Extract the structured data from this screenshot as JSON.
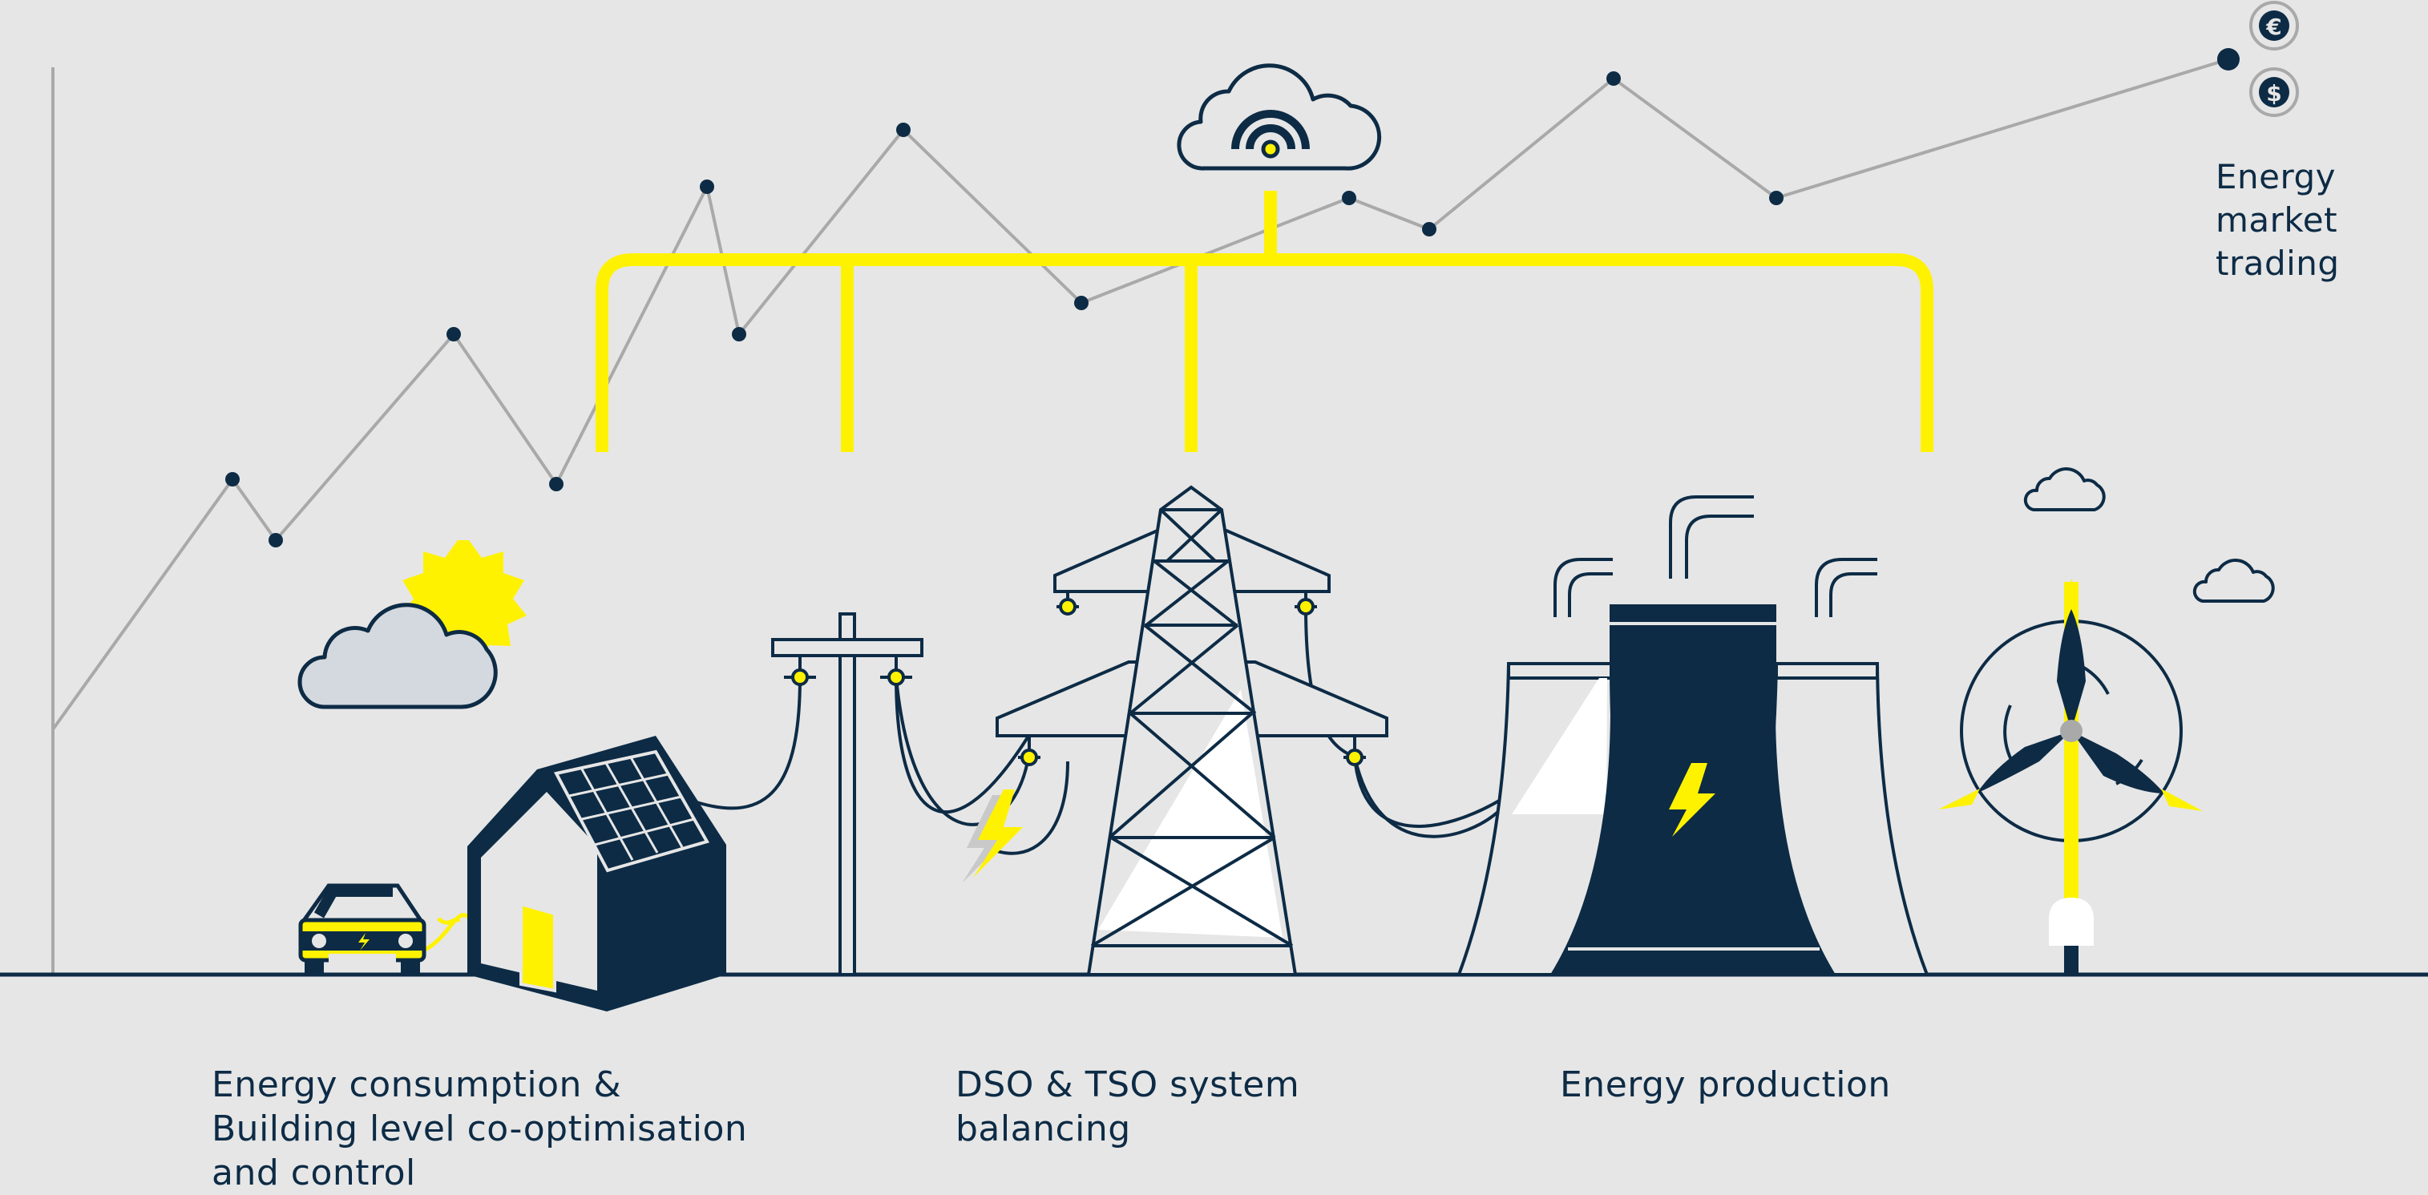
{
  "labels": {
    "consumption": "Energy consumption &\nBuilding level co-optimisation\nand control",
    "balancing": "DSO & TSO system\nbalancing",
    "production": "Energy production",
    "trading": "Energy\nmarket\ntrading"
  },
  "currency_symbols": {
    "euro": "€",
    "dollar": "$"
  },
  "colors": {
    "background": "#e6e6e6",
    "navy": "#0d2b45",
    "accent_yellow": "#fff200",
    "chart_line": "#a9a9a9",
    "cloud_fill": "#d3d9de"
  },
  "icons": [
    "cloud-wifi-icon",
    "sun-icon",
    "euro-icon",
    "dollar-icon",
    "lightning-icon",
    "solar-panel-icon",
    "electric-car-icon",
    "wind-turbine-icon",
    "power-plant-icon",
    "transmission-tower-icon",
    "utility-pole-icon"
  ]
}
